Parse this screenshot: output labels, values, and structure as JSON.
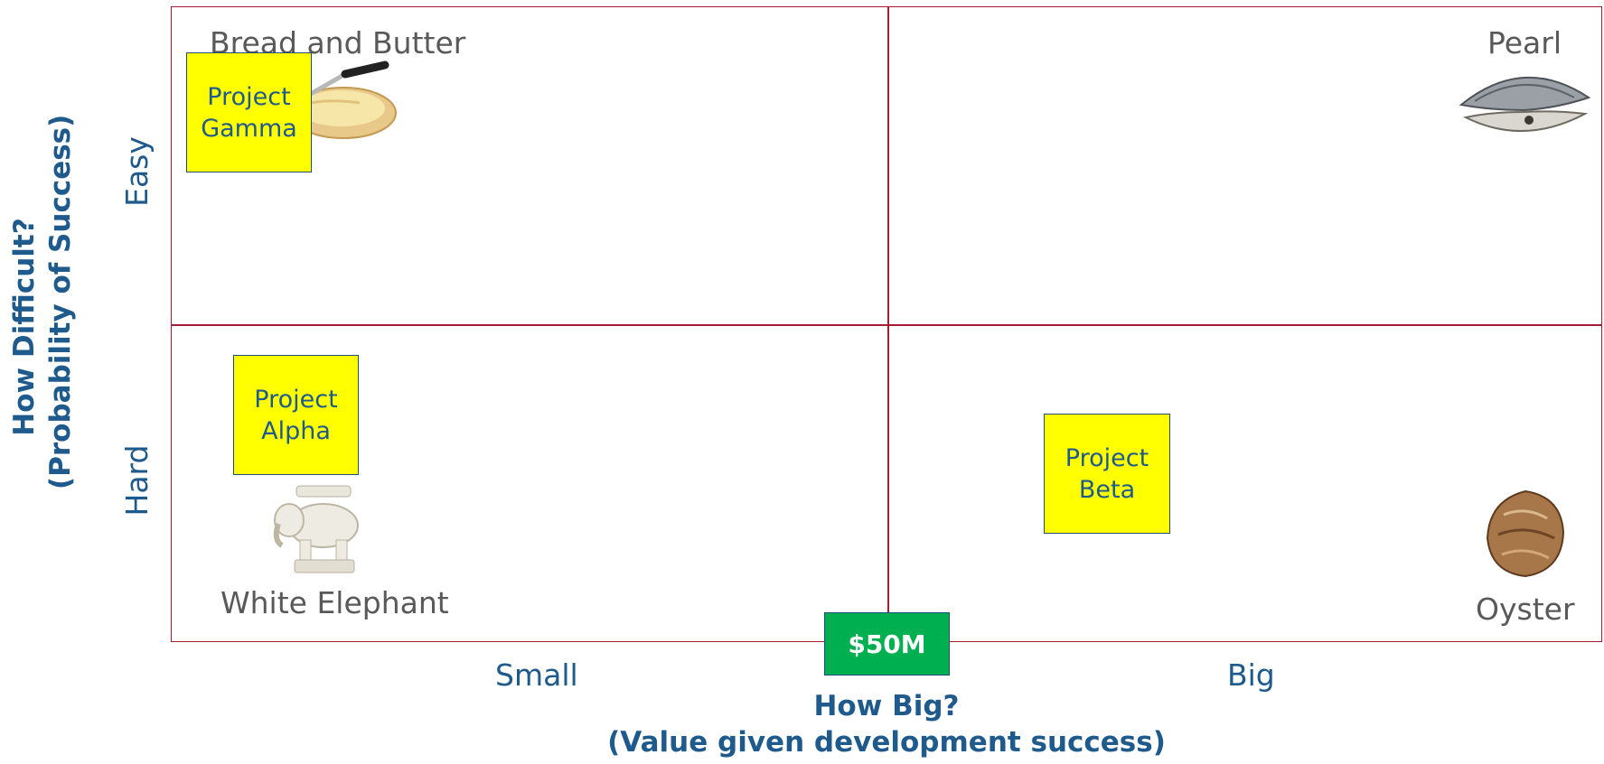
{
  "quadrants": {
    "top_left": "Bread and Butter",
    "top_right": "Pearl",
    "bottom_left": "White Elephant",
    "bottom_right": "Oyster"
  },
  "projects": {
    "gamma": "Project\nGamma",
    "alpha": "Project\nAlpha",
    "beta": "Project\nBeta"
  },
  "y_axis": {
    "title_line1": "How Difficult?",
    "title_line2": "(Probability of Success)",
    "tick_top": "Easy",
    "tick_bottom": "Hard"
  },
  "x_axis": {
    "title_line1": "How Big?",
    "title_line2": "(Value given development success)",
    "tick_left": "Small",
    "tick_right": "Big"
  },
  "threshold_label": "$50M",
  "colors": {
    "grid": "#a51e2e",
    "sticky": "#ffff00",
    "axis_text": "#1f5a8c",
    "threshold": "#00b050"
  }
}
